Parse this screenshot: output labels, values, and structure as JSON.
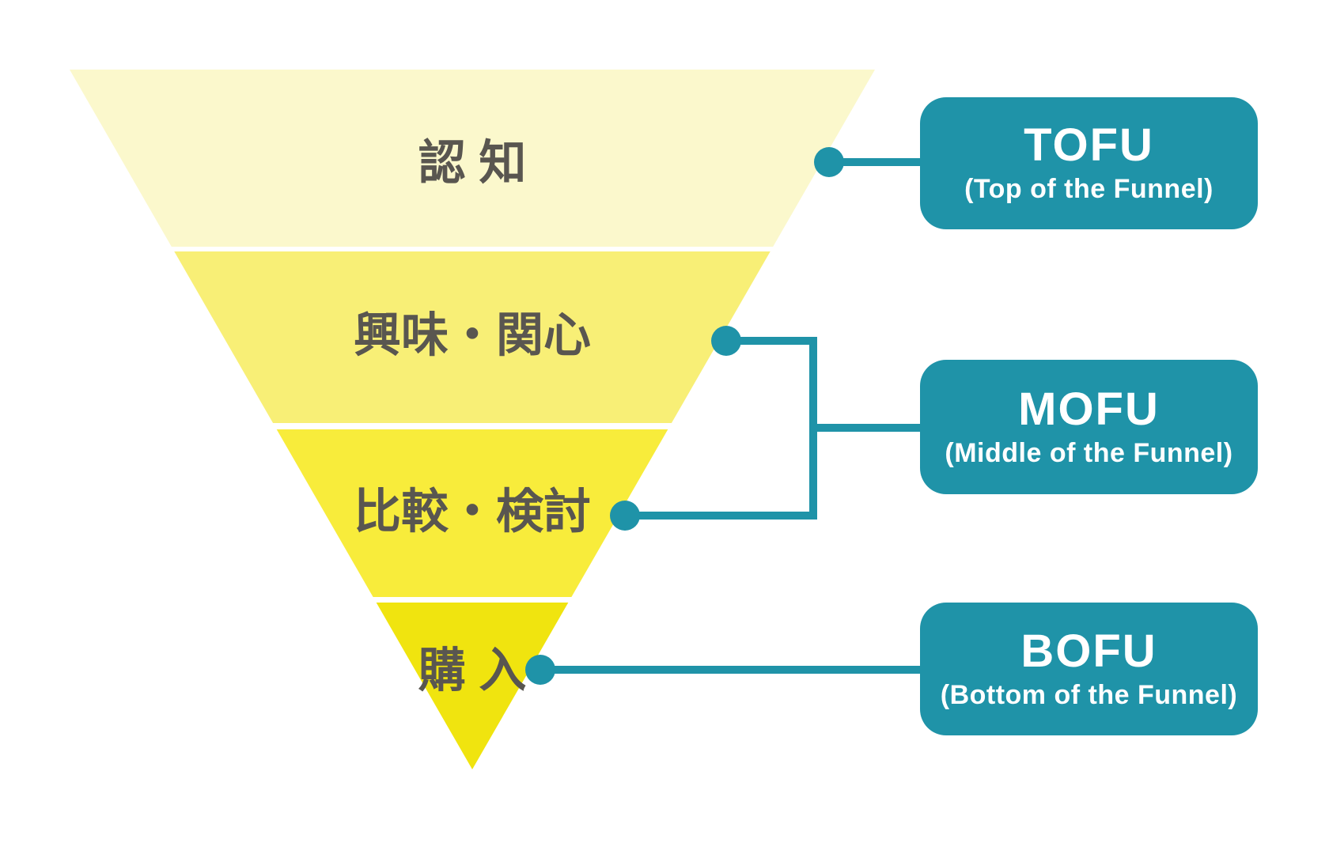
{
  "background": "#FFFFFF",
  "colors": {
    "accent": "#1F93A8",
    "callout_text": "#FFFFFF",
    "stage_label": "#595650"
  },
  "funnel": {
    "stages": [
      {
        "label": "認 知",
        "color": "#FBF8CC"
      },
      {
        "label": "興味・関心",
        "color": "#F8EF76"
      },
      {
        "label": "比較・検討",
        "color": "#F8EC3B"
      },
      {
        "label": "購 入",
        "color": "#F0E40F"
      }
    ]
  },
  "callouts": [
    {
      "title": "TOFU",
      "subtitle": "(Top of the Funnel)"
    },
    {
      "title": "MOFU",
      "subtitle": "(Middle of the Funnel)"
    },
    {
      "title": "BOFU",
      "subtitle": "(Bottom of the Funnel)"
    }
  ]
}
